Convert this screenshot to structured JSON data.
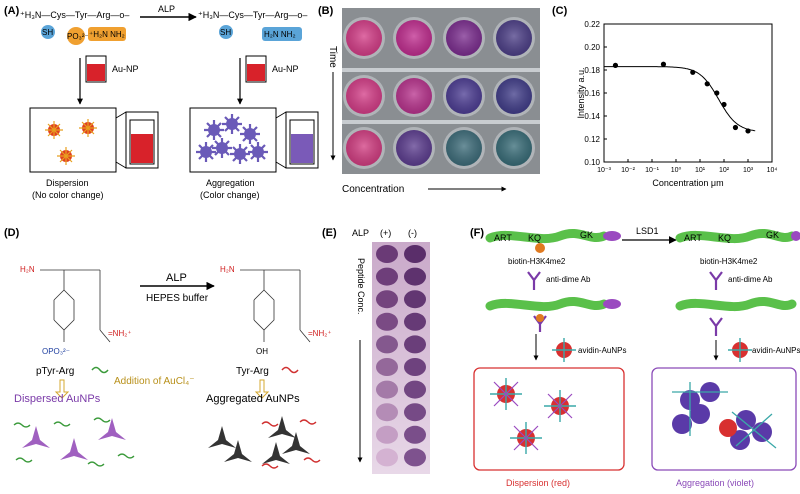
{
  "panels": {
    "a": {
      "label": "(A)",
      "peptide_left": "⁺H₃N—Cys—Tyr—Arg—o–",
      "peptide_right": "⁺H₃N—Cys—Tyr—Arg—o–",
      "sh_left": "SH",
      "po3_left": "PO₃²⁻",
      "guan_left": "⁺H₂N   NH₂",
      "sh_right": "SH",
      "guan_right": "H₂N   NH₂",
      "enzyme": "ALP",
      "reagent_left": "Au-NP",
      "reagent_right": "Au-NP",
      "result_left_1": "Dispersion",
      "result_left_2": "(No color change)",
      "result_right_1": "Aggregation",
      "result_right_2": "(Color change)"
    },
    "b": {
      "label": "(B)",
      "time_label": "Time",
      "conc_label": "Concentration",
      "wells": [
        [
          "#d43a86",
          "#c02a8e",
          "#7a2a8e",
          "#4a3c86"
        ],
        [
          "#d43a86",
          "#b8308c",
          "#4a3a92",
          "#3e3a88"
        ],
        [
          "#d23a80",
          "#5a3a8e",
          "#3a6a78",
          "#356a76"
        ]
      ]
    },
    "c": {
      "label": "(C)"
    },
    "d": {
      "label": "(D)",
      "enzyme": "ALP",
      "buffer": "HEPES buffer",
      "reactant": "pTyr-Arg",
      "product": "Tyr-Arg",
      "addition": "Addition of AuCl₄⁻",
      "dispersed": "Dispersed AuNPs",
      "aggregated": "Aggregated AuNPs",
      "opo3": "OPO₃²⁻",
      "oh": "OH",
      "h2n_left": "H₂N",
      "h2n_right": "H₂N",
      "nh2_left": "=NH₂⁺",
      "nh2_right": "=NH₂⁺"
    },
    "e": {
      "label": "(E)",
      "alp": "ALP",
      "plus": "(+)",
      "minus": "(-)",
      "axis": "Peptide Conc.",
      "plus_colors": [
        "#6a3a76",
        "#6e3e7a",
        "#74447e",
        "#7a4a84",
        "#84588e",
        "#94689a",
        "#a47aa8",
        "#b48cb6",
        "#c49ec4",
        "#d4b2d2"
      ],
      "minus_colors": [
        "#5a2e6a",
        "#5e326e",
        "#623672",
        "#663a76",
        "#6a3e7a",
        "#6e427e",
        "#724682",
        "#764a86",
        "#7a4e8a",
        "#7e528e"
      ]
    },
    "f": {
      "label": "(F)",
      "enzyme": "LSD1",
      "substrate_left": "biotin-H3K4me2",
      "substrate_right": "biotin-H3K4me2",
      "antibody_left": "anti-dime Ab",
      "antibody_right": "anti-dime Ab",
      "avidin_left": "avidin-AuNPs",
      "avidin_right": "avidin-AuNPs",
      "result_left": "Dispersion (red)",
      "result_right": "Aggregation (violet)",
      "peptide_text_l1": "ART",
      "peptide_text_l2": "KQ",
      "peptide_text_l3": "GK",
      "peptide_text_r1": "ART",
      "peptide_text_r2": "KQ",
      "peptide_text_r3": "GK"
    }
  },
  "chart_data": {
    "type": "scatter",
    "title": "",
    "xlabel": "Concentration μm",
    "ylabel": "Intensity a.u.",
    "x_scale": "log",
    "xlim": [
      0.001,
      10000
    ],
    "ylim": [
      0.1,
      0.22
    ],
    "x_tick_labels": [
      "10⁻³",
      "10⁻²",
      "10⁻¹",
      "10⁰",
      "10¹",
      "10²",
      "10³",
      "10⁴"
    ],
    "x_ticks": [
      0.001,
      0.01,
      0.1,
      1,
      10,
      100,
      1000,
      10000
    ],
    "y_ticks": [
      0.1,
      0.12,
      0.14,
      0.16,
      0.18,
      0.2,
      0.22
    ],
    "y_tick_labels": [
      "0.10",
      "0.12",
      "0.14",
      "0.16",
      "0.18",
      "0.20",
      "0.22"
    ],
    "x": [
      0.003,
      0.3,
      5,
      20,
      50,
      100,
      300,
      1000
    ],
    "y": [
      0.184,
      0.185,
      0.178,
      0.168,
      0.16,
      0.15,
      0.13,
      0.127
    ],
    "fit_curve": {
      "top": 0.183,
      "bottom": 0.126,
      "ec50": 60,
      "hill": 1.1
    }
  }
}
